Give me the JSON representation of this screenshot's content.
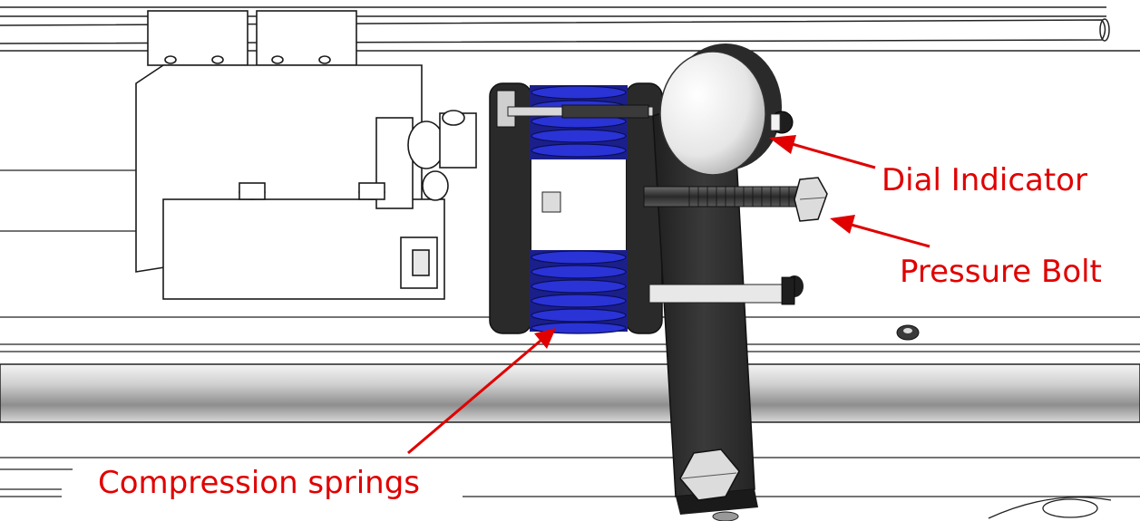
{
  "annotations": {
    "dial_indicator": "Dial Indicator",
    "pressure_bolt": "Pressure Bolt",
    "compression_springs": "Compression springs"
  },
  "colors": {
    "annotation": "#e00000",
    "spring": "#2a33d6",
    "part_dark": "#2b2b2b",
    "outline": "#1a1a1a",
    "background": "#ffffff"
  }
}
